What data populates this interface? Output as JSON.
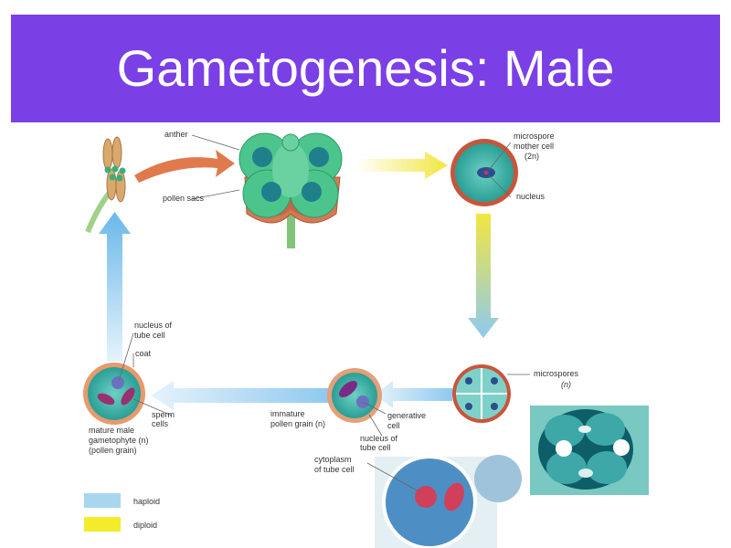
{
  "title": "Gametogenesis: Male",
  "labels": {
    "anther": "anther",
    "pollen_sacs": "pollen sacs",
    "microspore_mother_cell_1": "microspore",
    "microspore_mother_cell_2": "mother cell",
    "microspore_mother_cell_3": "(2n)",
    "nucleus": "nucleus",
    "microspores_1": "microspores",
    "microspores_2": "(n)",
    "generative_cell_1": "generative",
    "generative_cell_2": "cell",
    "nucleus_tube_cell_right_1": "nucleus of",
    "nucleus_tube_cell_right_2": "tube cell",
    "cytoplasm_tube_cell_1": "cytoplasm",
    "cytoplasm_tube_cell_2": "of tube cell",
    "immature_pollen_1": "immature",
    "immature_pollen_2": "pollen grain (n)",
    "nucleus_tube_cell_left_1": "nucleus of",
    "nucleus_tube_cell_left_2": "tube cell",
    "coat": "coat",
    "sperm_cells_1": "sperm",
    "sperm_cells_2": "cells",
    "mature_male_1": "mature male",
    "mature_male_2": "gametophyte (n)",
    "mature_male_3": "(pollen grain)"
  },
  "legend": [
    {
      "label": "haploid",
      "color": "#a9d6ef"
    },
    {
      "label": "diploid",
      "color": "#f3ec2a"
    }
  ],
  "colors": {
    "header": "#7b3fe6",
    "haploid_arrow": "#8ccaf0",
    "diploid_arrow": "#f0e84a",
    "cell_fill": "#36b3a6",
    "anther_tissue": "#4cc58c"
  }
}
